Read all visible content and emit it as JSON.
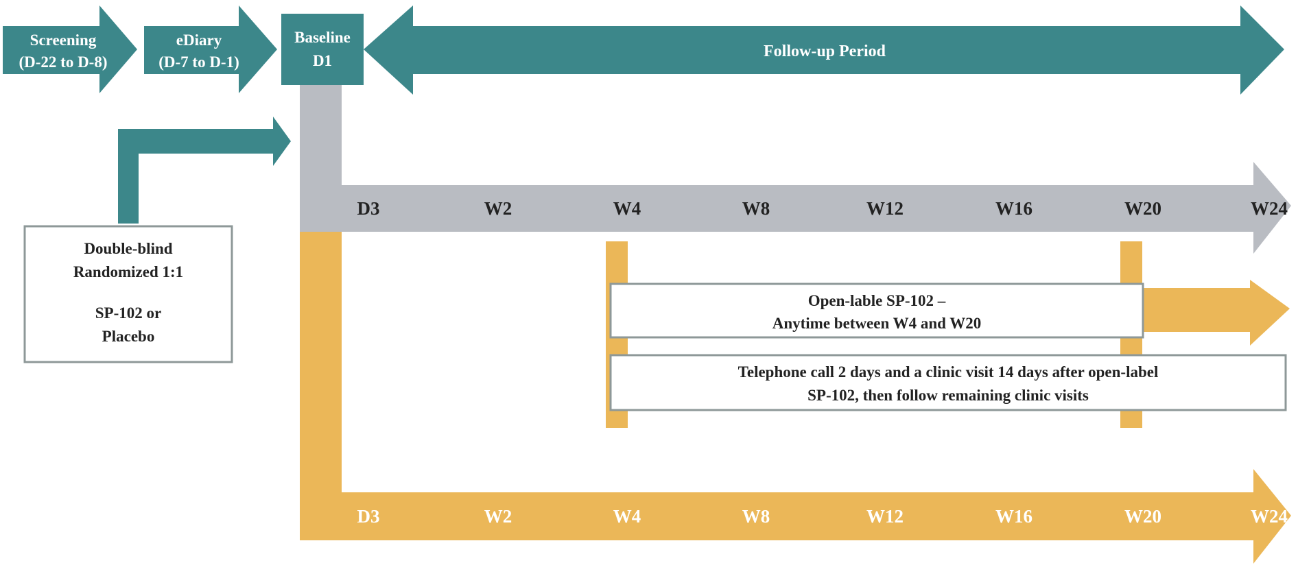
{
  "colors": {
    "teal": "#3c878a",
    "gray": "#b9bcc2",
    "gold": "#ebb758",
    "box_border": "#8e9898",
    "dark_text": "#222222",
    "white_text": "#ffffff"
  },
  "phases": {
    "screening": {
      "line1": "Screening",
      "line2": "(D-22 to D-8)"
    },
    "ediary": {
      "line1": "eDiary",
      "line2": "(D-7 to D-1)"
    },
    "baseline": {
      "line1": "Baseline",
      "line2": "D1"
    },
    "followup": "Follow-up Period"
  },
  "randomization_box": {
    "line1": "Double-blind",
    "line2": "Randomized 1:1",
    "line3": "SP-102 or",
    "line4": "Placebo"
  },
  "visits": [
    "D3",
    "W2",
    "W4",
    "W8",
    "W12",
    "W16",
    "W20",
    "W24"
  ],
  "open_label_box": {
    "line1": "Open-lable SP-102 –",
    "line2": "Anytime between W4 and W20"
  },
  "telephone_box": {
    "line1": "Telephone call 2 days and a clinic visit 14 days after open-label",
    "line2": "SP-102, then follow remaining clinic visits"
  }
}
